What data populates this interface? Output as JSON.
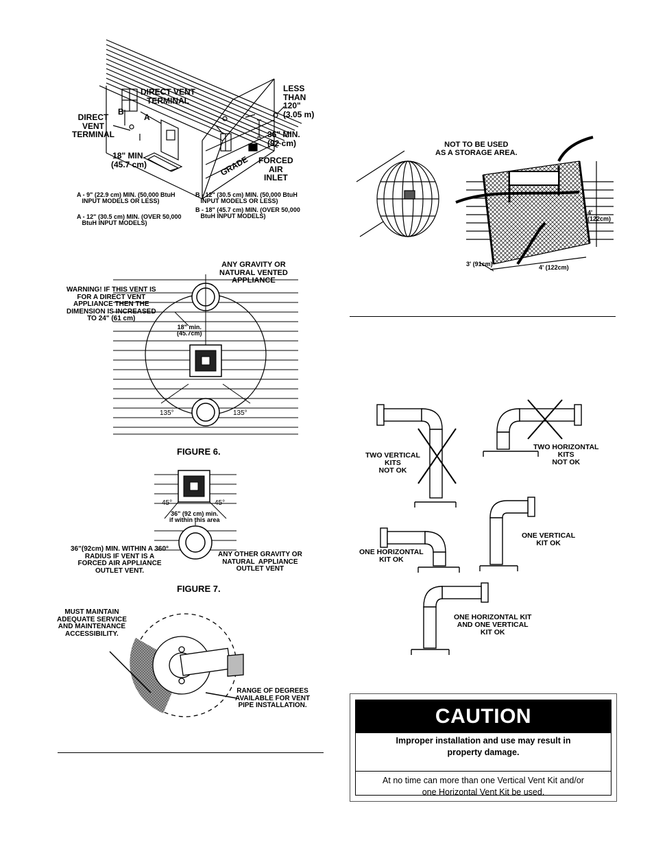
{
  "fig5": {
    "direct_vent_terminal_left": "DIRECT\nVENT\nTERMINAL",
    "direct_vent_terminal_top": "DIRECT VENT\nTERMINAL",
    "less_than": "LESS\nTHAN\n120\"\n(3.05 m)",
    "min_36": "36\" MIN.\n(92 cm)",
    "min_18": "18\" MIN.\n(45.7 cm)",
    "forced_air_inlet": "FORCED\nAIR\nINLET",
    "grade": "GRADE",
    "letter_a": "A",
    "letter_b": "B",
    "note_a1": "A - 9\" (22.9 cm) MIN. (50,000 BtuH\n   INPUT MODELS OR LESS)",
    "note_a2": "A - 12\" (30.5 cm) MIN. (OVER 50,000\n   BtuH INPUT MODELS)",
    "note_b1": "B - 12\" (30.5 cm) MIN. (50,000 BtuH\n   INPUT MODELS OR LESS)",
    "note_b2": "B - 18\" (45.7 cm) MIN. (OVER 50,000\n   BtuH INPUT MODELS)"
  },
  "fig6": {
    "any_gravity": "ANY GRAVITY OR\nNATURAL VENTED\nAPPLIANCE",
    "warning": "WARNING! IF THIS VENT IS\nFOR A DIRECT VENT\nAPPLIANCE THEN THE\nDIMENSION IS INCREASED\nTO 24\" (61 cm)",
    "min_18": "18\" min.\n(45.7cm)",
    "angle_left": "135°",
    "angle_right": "135°",
    "caption": "FIGURE 6."
  },
  "fig7": {
    "angle_left": "45°",
    "angle_right": "45°",
    "min_36": "36\" (92 cm) min.\nif within this area",
    "radius_note": "36\"(92cm) MIN. WITHIN A 360°\nRADIUS IF VENT IS A\nFORCED AIR APPLIANCE\nOUTLET VENT.",
    "other_outlet": "ANY OTHER GRAVITY OR\nNATURAL  APPLIANCE\nOUTLET VENT",
    "caption": "FIGURE 7."
  },
  "fig8": {
    "service_note": "MUST MAINTAIN\nADEQUATE SERVICE\nAND MAINTENANCE\nACCESSIBILITY.",
    "range_note": "RANGE OF DEGREES\nAVAILABLE FOR VENT\nPIPE INSTALLATION."
  },
  "fig9": {
    "storage_note": "NOT TO BE USED\nAS A STORAGE AREA.",
    "height_dim": "4'\n(122cm)",
    "depth_dim": "3' (91cm)",
    "width_dim": "4' (122cm)"
  },
  "fig10": {
    "two_vertical": "TWO VERTICAL\nKITS\nNOT OK",
    "two_horizontal": "TWO HORIZONTAL\nKITS\nNOT OK",
    "one_horizontal": "ONE HORIZONTAL\nKIT OK",
    "one_vertical": "ONE VERTICAL\nKIT OK",
    "one_each": "ONE HORIZONTAL KIT\nAND ONE VERTICAL\nKIT OK"
  },
  "caution": {
    "heading": "CAUTION",
    "subheading": "Improper installation and use may result in\nproperty damage.",
    "body": "At no time can more than one Vertical Vent Kit and/or\none Horizontal Vent Kit be used."
  }
}
